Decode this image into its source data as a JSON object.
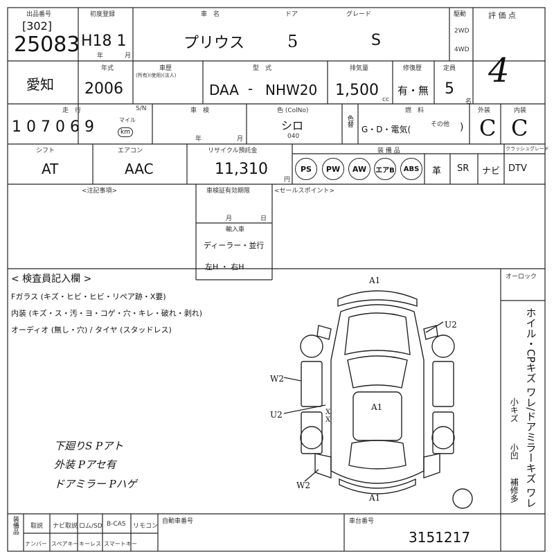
{
  "header": {
    "lot_label": "出品番号",
    "lot_no_bracket": "[302]",
    "lot_no": "25083",
    "first_reg_label": "初度登録",
    "first_reg": "H18 1",
    "year_unit": "年",
    "month_unit": "月",
    "car_name_label": "車　名",
    "car_name": "プリウス",
    "door_label": "ドア",
    "doors": "5",
    "grade_label": "グレード",
    "grade": "S",
    "drive_label": "駆動",
    "drive_2wd": "2WD",
    "drive_4wd": "4WD",
    "score_label": "評 価 点",
    "score": "4"
  },
  "row2": {
    "region": "愛知",
    "model_year_label": "年式",
    "model_year": "2006",
    "dealer_label": "車歴",
    "dealer_sub": "(所有)(使用)(法人)",
    "type_label": "型　式",
    "type_prefix": "DAA",
    "type_dash": "-",
    "type_code": "NHW20",
    "displacement_label": "排気量",
    "displacement": "1,500",
    "cc_unit": "cc",
    "repair_label": "修復歴",
    "repair": "有・無",
    "capacity_label": "定員",
    "capacity": "5",
    "person_unit": "名"
  },
  "row3": {
    "mileage_label": "走　行",
    "mileage": "1 0 7 0 6 9",
    "mile_unit": "マイル",
    "km_unit": "km",
    "s_label": "S/N",
    "inspection_label": "車　検",
    "color_label": "色 (ColNo)",
    "color": "シロ",
    "color_code": "040",
    "color_change_label": "色替",
    "fuel_label": "燃　料",
    "fuel": "G・D・電気(",
    "fuel_other": "その他",
    "exterior_label": "外装",
    "exterior": "C",
    "interior_label": "内装",
    "interior": "C"
  },
  "row4": {
    "shift_label": "シフト",
    "shift": "AT",
    "ac_label": "エアコン",
    "ac": "AAC",
    "recycle_label": "リサイクル預託金",
    "recycle": "11,310",
    "yen_unit": "円",
    "equipment_label": "装 備 品",
    "equip": [
      "PS",
      "PW",
      "AW",
      "エアB",
      "ABS",
      "革",
      "SR",
      "ナビ",
      "DTV"
    ],
    "crash_label": "クラッシュグレード"
  },
  "row5": {
    "notes_label": "<注記事項>",
    "inspection_expiry_label": "車検証有効期限",
    "month_label": "月",
    "day_label": "日",
    "import_label": "輸入車",
    "dealer_route": "ディーラー・並行",
    "handle": "左H ・ 右H",
    "sales_points_label": "<セールスポイント>"
  },
  "inspector": {
    "title": "< 検査員記入欄 >",
    "line1": "Fガラス (キズ・ヒビ・ヒビ・リペア跡・X要)",
    "line2": "内装 (キズ・ス・汚・ヨ・コゲ・穴・キレ・破れ・剥れ)",
    "line3": "オーディオ (無し・穴) / タイヤ (スタッドレス)",
    "handwritten": [
      "下廻りS Pアト",
      "外装 Pアセ有",
      "ドアミラー Pハゲ"
    ],
    "marks": {
      "front": "A1",
      "rear": "A1",
      "center": "A1",
      "right_fender": "U2",
      "left_front": "W2",
      "left_mid": "U2",
      "left_rear": "W2",
      "xx": "X X"
    },
    "ooroku": "オーロック",
    "side_notes": "ホイル・CPキズ ワレ/ドアミラーキズ ワレ",
    "side_small1": "小キズ",
    "side_small2": "小凹",
    "side_small3": "補修多"
  },
  "footer": {
    "equip_label": "装備品",
    "row1": [
      "取説",
      "ナビ取説",
      "ロム/SD",
      "B-CAS",
      "リモコン"
    ],
    "row2": [
      "ナンバー",
      "スペアキー",
      "キーレス",
      "スマートキー"
    ],
    "car_no_label": "自動車番号",
    "chassis_label": "車台番号",
    "chassis": "3151217"
  }
}
